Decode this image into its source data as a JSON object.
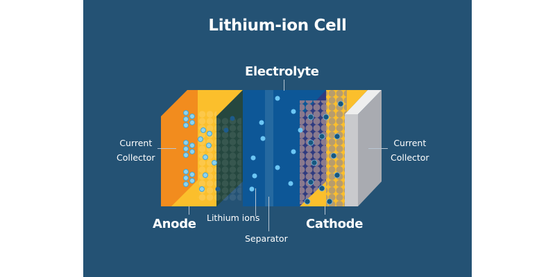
{
  "title": "Lithium-ion Cell",
  "labels": {
    "electrolyte": "Electrolyte",
    "left_collector_line1": "Current",
    "left_collector_line2": "Collector",
    "right_collector_line1": "Current",
    "right_collector_line2": "Collector",
    "anode": "Anode",
    "lithium_ions": "Lithium ions",
    "separator": "Separator",
    "cathode": "Cathode"
  },
  "colors": {
    "background": "#245274",
    "anode_collector": "#f28c1e",
    "anode": "#fbbf2c",
    "electrolyte": "#0d5797",
    "cathode_dark": "#2f3b80",
    "cathode_particles": "#b89d6c",
    "cathode_collector": "#c4c5c9",
    "ion": "#4fb3e8"
  }
}
